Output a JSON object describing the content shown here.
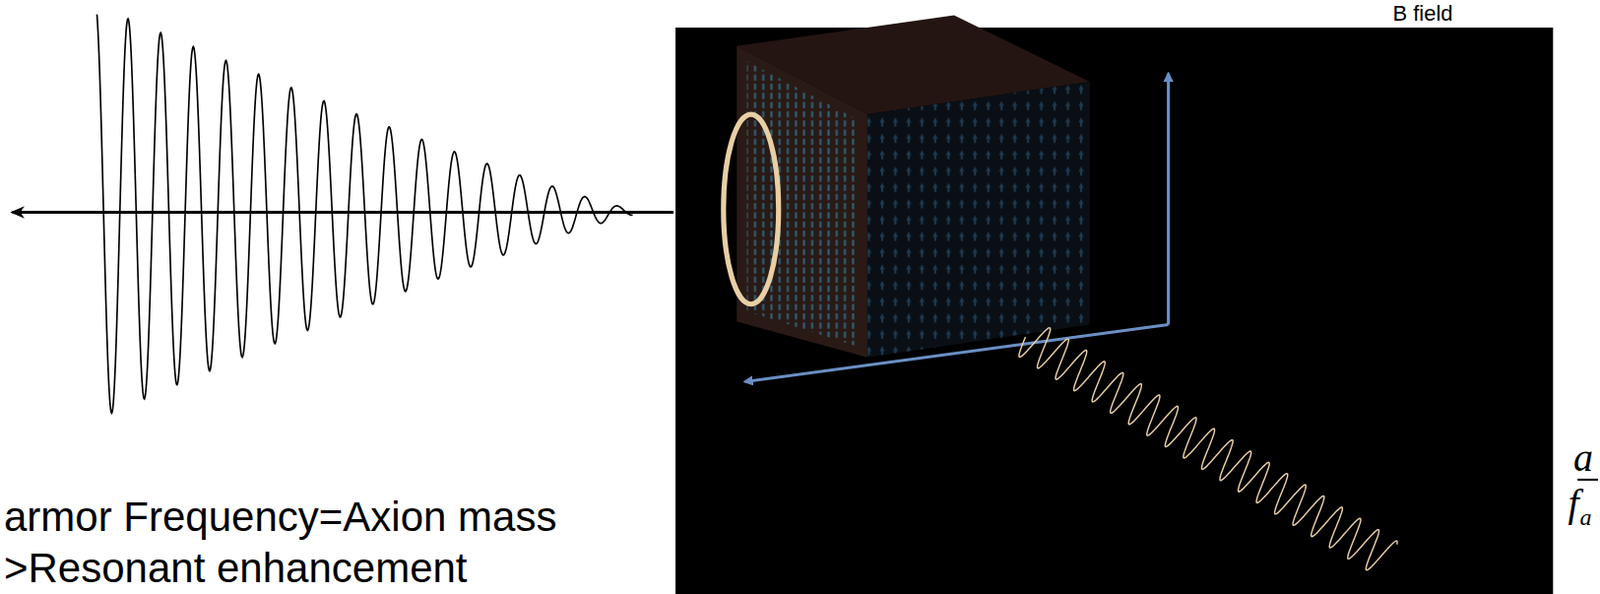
{
  "diagram": {
    "labels": [
      "armor Frequency=Axion mass",
      ">Resonant enhancement",
      "B field",
      "a",
      "f",
      "a"
    ]
  }
}
